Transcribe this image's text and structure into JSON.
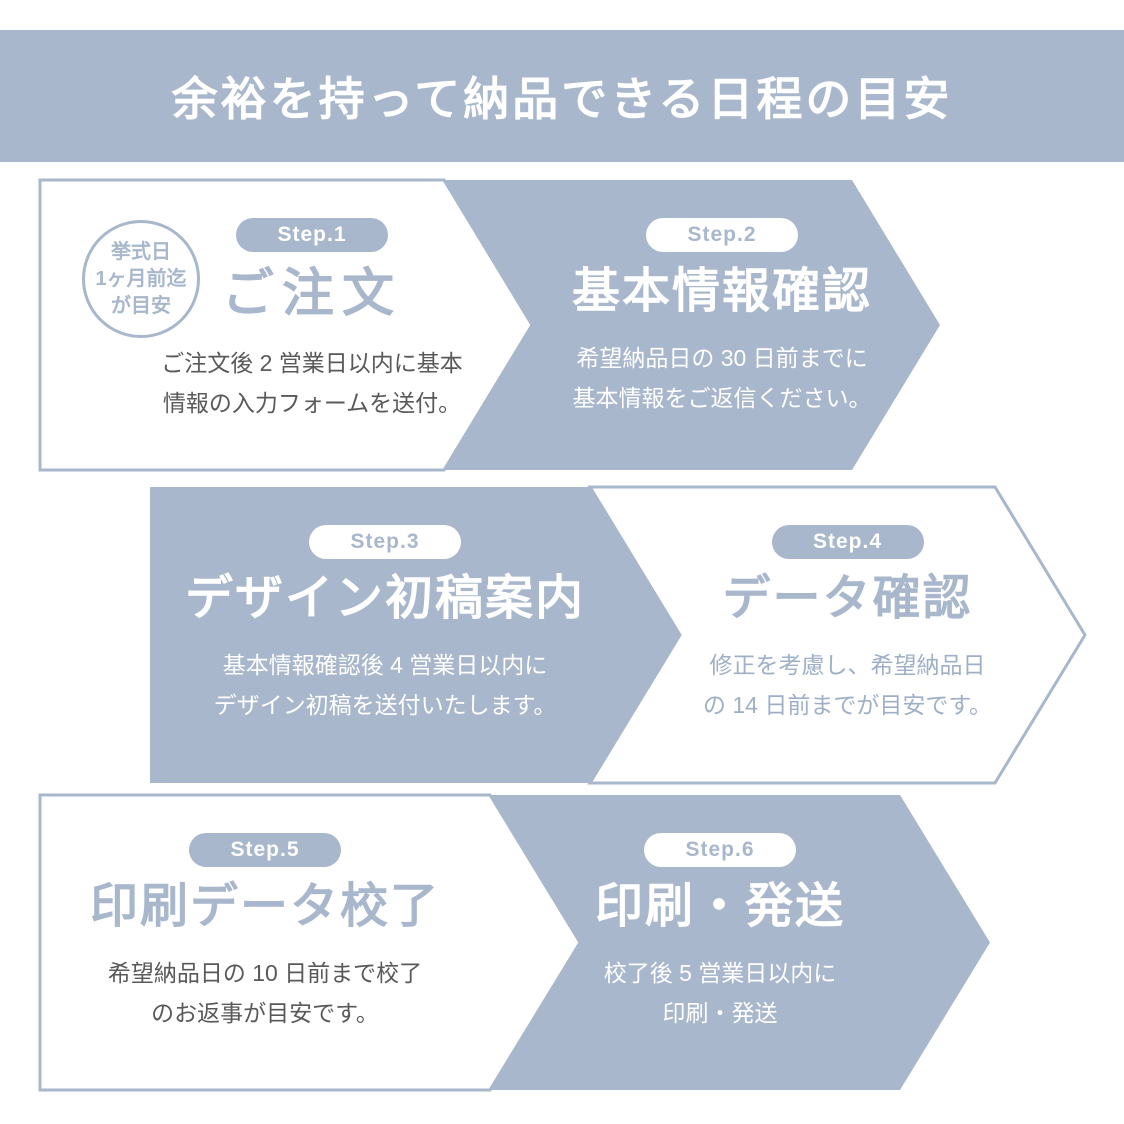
{
  "header": {
    "title": "余裕を持って納品できる日程の目安"
  },
  "colors": {
    "accent": "#a8b7cb",
    "white": "#ffffff",
    "desc_dark": "#595959"
  },
  "steps": [
    {
      "badge": "Step.1",
      "title": "ご注文",
      "desc": "ご注文後 2 営業日以内に基本\n情報の入力フォームを送付。",
      "note": "挙式日\n1ヶ月前迄\nが目安",
      "style": "outline"
    },
    {
      "badge": "Step.2",
      "title": "基本情報確認",
      "desc": "希望納品日の 30 日前までに\n基本情報をご返信ください。",
      "style": "filled"
    },
    {
      "badge": "Step.3",
      "title": "デザイン初稿案内",
      "desc": "基本情報確認後 4 営業日以内に\nデザイン初稿を送付いたします。",
      "style": "filled"
    },
    {
      "badge": "Step.4",
      "title": "データ確認",
      "desc": "修正を考慮し、希望納品日\nの 14 日前までが目安です。",
      "style": "outline"
    },
    {
      "badge": "Step.5",
      "title": "印刷データ校了",
      "desc": "希望納品日の 10 日前まで校了\nのお返事が目安です。",
      "style": "outline"
    },
    {
      "badge": "Step.6",
      "title": "印刷・発送",
      "desc": "校了後 5 営業日以内に\n印刷・発送",
      "style": "filled"
    }
  ]
}
